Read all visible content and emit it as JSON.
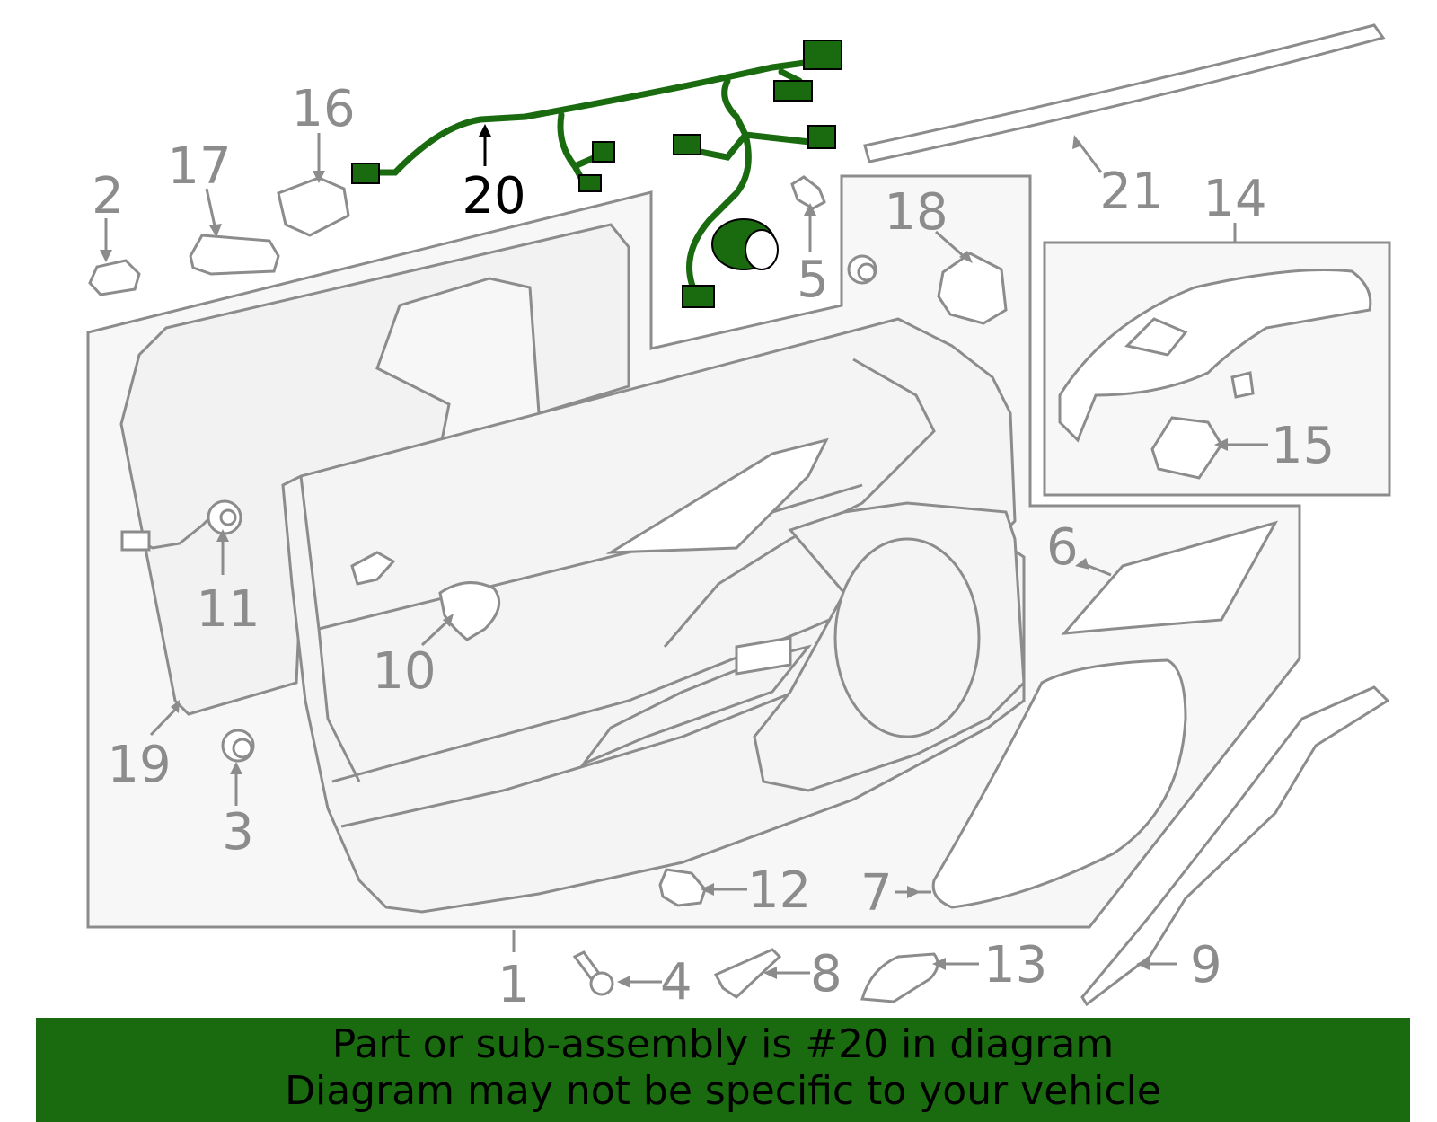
{
  "diagram": {
    "highlight_color": "#1a6b10",
    "line_color": "#8c8c8c",
    "panel_fill": "#f7f7f7",
    "highlighted_part": "20",
    "part_labels": {
      "p1": "1",
      "p2": "2",
      "p3": "3",
      "p4": "4",
      "p5": "5",
      "p6": "6",
      "p7": "7",
      "p8": "8",
      "p9": "9",
      "p10": "10",
      "p11": "11",
      "p12": "12",
      "p13": "13",
      "p14": "14",
      "p15": "15",
      "p16": "16",
      "p17": "17",
      "p18": "18",
      "p19": "19",
      "p20": "20",
      "p21": "21"
    }
  },
  "banner": {
    "line1": "Part or sub-assembly is #20 in diagram",
    "line2": "Diagram may not be specific to your vehicle"
  }
}
